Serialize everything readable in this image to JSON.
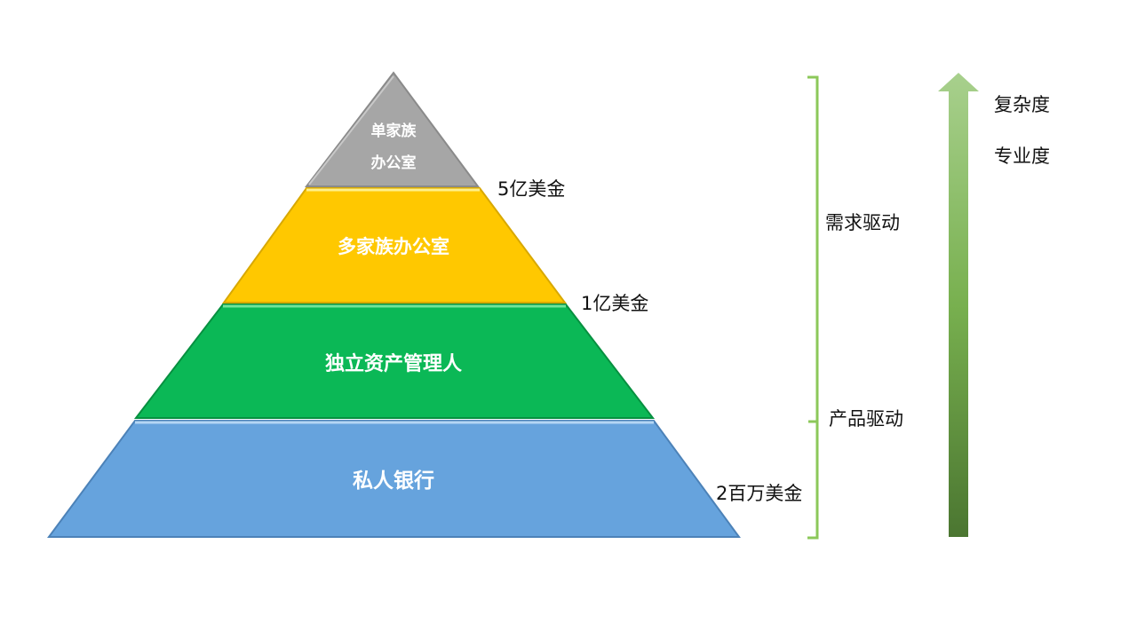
{
  "pyramid": {
    "tiers": [
      {
        "line1": "单家族",
        "line2": "办公室",
        "color": "#a6a6a6"
      },
      {
        "label": "多家族办公室",
        "color": "#ffc800"
      },
      {
        "label": "独立资产管理人",
        "color": "#0bb856"
      },
      {
        "label": "私人银行",
        "color": "#66a3dd"
      }
    ],
    "thresholds": [
      "5亿美金",
      "1亿美金",
      "2百万美金"
    ]
  },
  "brace": {
    "upper_label": "需求驱动",
    "lower_label": "产品驱动",
    "color": "#8cc85a"
  },
  "arrow": {
    "label1": "复杂度",
    "label2": "专业度",
    "color_top": "#a8d08d",
    "color_bottom": "#4b7631"
  }
}
